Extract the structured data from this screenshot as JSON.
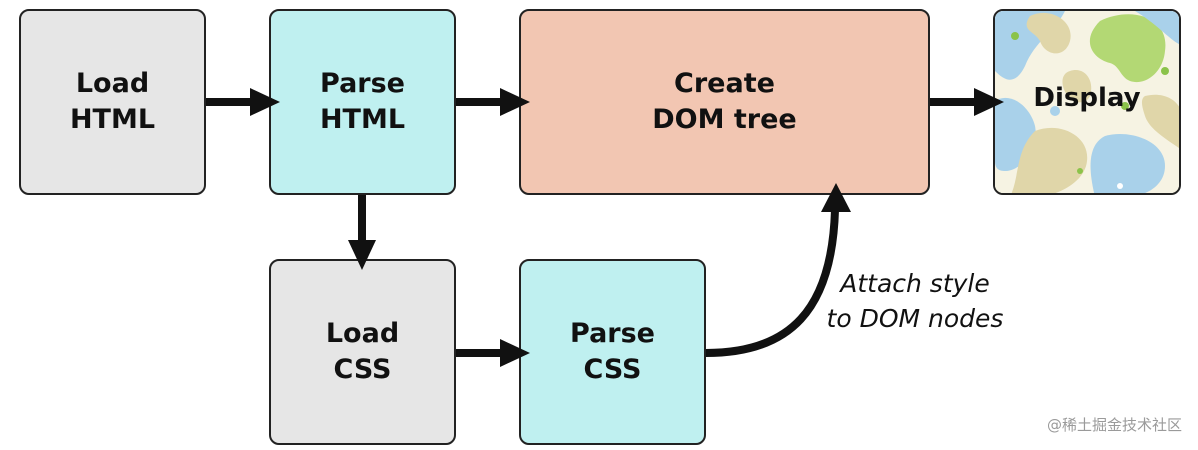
{
  "boxes": {
    "load_html": {
      "line1": "Load",
      "line2": "HTML"
    },
    "parse_html": {
      "line1": "Parse",
      "line2": "HTML"
    },
    "create_dom": {
      "line1": "Create",
      "line2": "DOM tree"
    },
    "display": {
      "label": "Display"
    },
    "load_css": {
      "line1": "Load",
      "line2": "CSS"
    },
    "parse_css": {
      "line1": "Parse",
      "line2": "CSS"
    }
  },
  "annotation": {
    "line1": "Attach style",
    "line2": "to DOM nodes"
  },
  "watermark": "@稀土掘金技术社区",
  "colors": {
    "load_fill": "#e6e6e6",
    "parse_fill": "#bff0f0",
    "create_fill": "#f2c6b2",
    "arrow": "#111111",
    "outline": "#222222"
  },
  "icons": {
    "display_art": "abstract-blob-picture"
  }
}
